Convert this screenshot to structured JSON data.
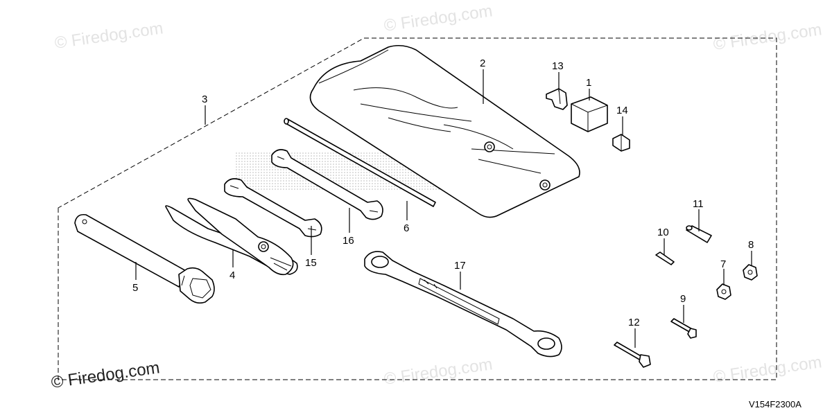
{
  "diagram_code": "V154F2300A",
  "watermark": "Firedog.com",
  "watermark_symbol": "©",
  "callouts": [
    "1",
    "2",
    "3",
    "4",
    "5",
    "6",
    "7",
    "8",
    "9",
    "10",
    "11",
    "12",
    "13",
    "14",
    "15",
    "16",
    "17"
  ]
}
